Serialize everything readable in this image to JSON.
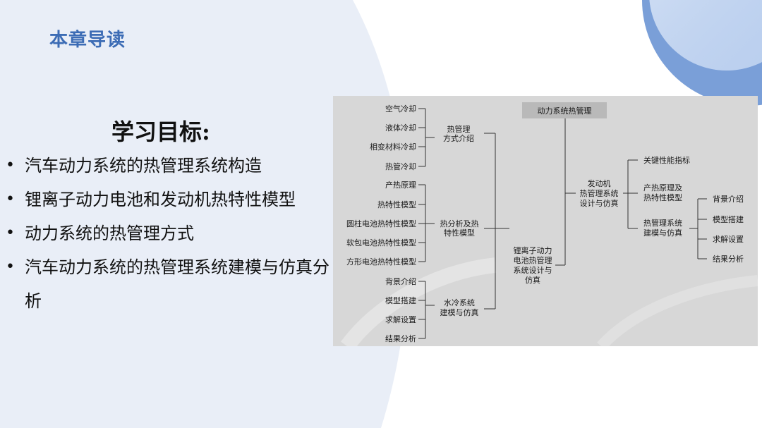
{
  "chapter": {
    "title": "本章导读"
  },
  "objectives": {
    "title": "学习目标:",
    "items": [
      "汽车动力系统的热管理系统构造",
      "锂离子动力电池和发动机热特性模型",
      "动力系统的热管理方式",
      "汽车动力系统的热管理系统建模与仿真分析"
    ]
  },
  "diagram": {
    "root": "动力系统热管理",
    "methods": {
      "label": [
        "热管理",
        "方式介绍"
      ],
      "items": [
        "空气冷却",
        "液体冷却",
        "相变材料冷却",
        "热管冷却"
      ]
    },
    "thermal_model": {
      "label": [
        "热分析及热",
        "特性模型"
      ],
      "items": [
        "产热原理",
        "热特性模型",
        "圆柱电池热特性模型",
        "软包电池热特性模型",
        "方形电池热特性模型"
      ]
    },
    "water_cooling": {
      "label": [
        "水冷系统",
        "建模与仿真"
      ],
      "items": [
        "背景介绍",
        "模型搭建",
        "求解设置",
        "结果分析"
      ]
    },
    "battery": {
      "label": [
        "锂离子动力",
        "电池热管理",
        "系统设计与",
        "仿真"
      ]
    },
    "engine": {
      "label": [
        "发动机",
        "热管理系统",
        "设计与仿真"
      ],
      "kpi": "关键性能指标",
      "heat_gen": [
        "产热原理及",
        "热特性模型"
      ],
      "modeling": {
        "label": [
          "热管理系统",
          "建模与仿真"
        ],
        "items": [
          "背景介绍",
          "模型搭建",
          "求解设置",
          "结果分析"
        ]
      }
    }
  },
  "colors": {
    "accent": "#3c6cb5",
    "panel": "#e9eef7",
    "diagram_bg": "#d7d7d7",
    "root_box": "#b9b9b9",
    "circle_dark": "#7a9fd8",
    "circle_light": "#c6d7f1"
  }
}
